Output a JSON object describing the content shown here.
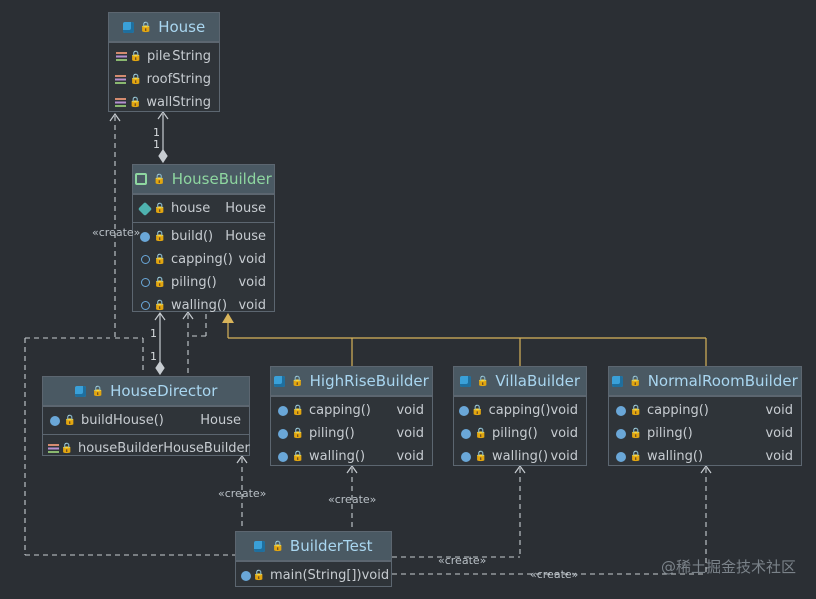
{
  "classes": {
    "house": {
      "name": "House",
      "fields": [
        {
          "name": "pile",
          "type": "String"
        },
        {
          "name": "roof",
          "type": "String"
        },
        {
          "name": "wall",
          "type": "String"
        }
      ]
    },
    "house_builder": {
      "name": "HouseBuilder",
      "fields": [
        {
          "name": "house",
          "type": "House"
        }
      ],
      "methods": [
        {
          "name": "build()",
          "type": "House"
        },
        {
          "name": "capping()",
          "type": "void"
        },
        {
          "name": "piling()",
          "type": "void"
        },
        {
          "name": "walling()",
          "type": "void"
        }
      ]
    },
    "house_director": {
      "name": "HouseDirector",
      "methods": [
        {
          "name": "buildHouse()",
          "type": "House"
        }
      ],
      "fields": [
        {
          "name": "houseBuilder",
          "type": "HouseBuilder"
        }
      ]
    },
    "high_rise_builder": {
      "name": "HighRiseBuilder",
      "methods": [
        {
          "name": "capping()",
          "type": "void"
        },
        {
          "name": "piling()",
          "type": "void"
        },
        {
          "name": "walling()",
          "type": "void"
        }
      ]
    },
    "villa_builder": {
      "name": "VillaBuilder",
      "methods": [
        {
          "name": "capping()",
          "type": "void"
        },
        {
          "name": "piling()",
          "type": "void"
        },
        {
          "name": "walling()",
          "type": "void"
        }
      ]
    },
    "normal_room_builder": {
      "name": "NormalRoomBuilder",
      "methods": [
        {
          "name": "capping()",
          "type": "void"
        },
        {
          "name": "piling()",
          "type": "void"
        },
        {
          "name": "walling()",
          "type": "void"
        }
      ]
    },
    "builder_test": {
      "name": "BuilderTest",
      "methods": [
        {
          "name": "main(String[])",
          "type": "void"
        }
      ]
    }
  },
  "labels": {
    "create": "«create»",
    "mult_one": "1"
  },
  "watermark": "@稀土掘金技术社区",
  "colors": {
    "background": "#2b2f34",
    "header": "#4a5963",
    "border": "#5c6670",
    "class_name": "#a9d6f0",
    "interface_name": "#8ed6a0",
    "inheritance_line": "#d8b45a",
    "dependency_line": "#c7ccd1"
  }
}
